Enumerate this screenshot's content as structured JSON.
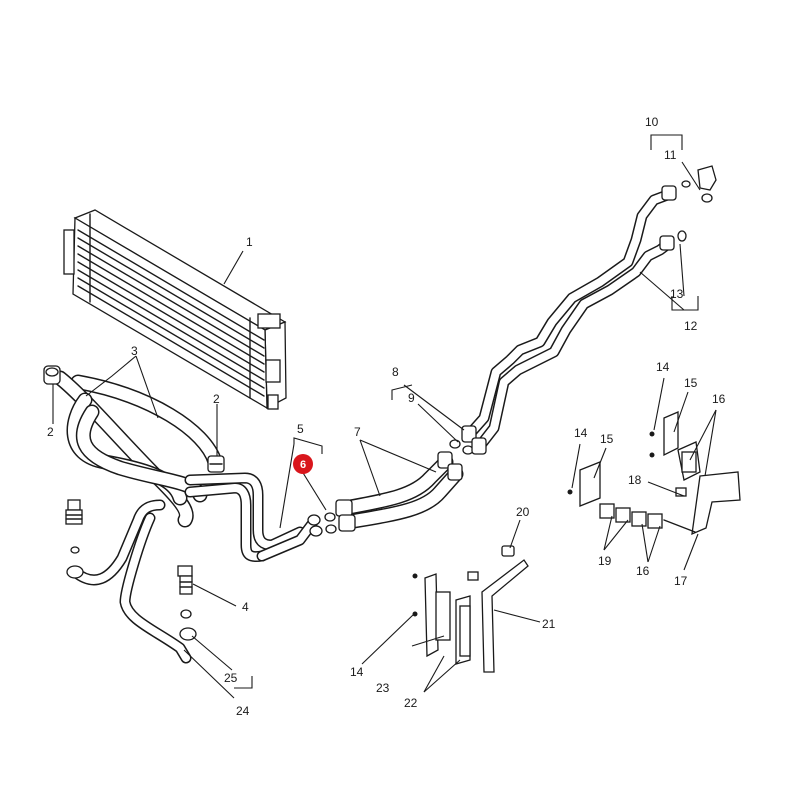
{
  "callouts": [
    {
      "id": "c1",
      "label": "1"
    },
    {
      "id": "c2a",
      "label": "2"
    },
    {
      "id": "c2b",
      "label": "2"
    },
    {
      "id": "c3",
      "label": "3"
    },
    {
      "id": "c4",
      "label": "4"
    },
    {
      "id": "c5",
      "label": "5"
    },
    {
      "id": "c6",
      "label": "6",
      "highlighted": true
    },
    {
      "id": "c7",
      "label": "7"
    },
    {
      "id": "c8",
      "label": "8"
    },
    {
      "id": "c9",
      "label": "9"
    },
    {
      "id": "c10",
      "label": "10"
    },
    {
      "id": "c11",
      "label": "11"
    },
    {
      "id": "c12",
      "label": "12"
    },
    {
      "id": "c13",
      "label": "13"
    },
    {
      "id": "c14a",
      "label": "14"
    },
    {
      "id": "c14b",
      "label": "14"
    },
    {
      "id": "c14c",
      "label": "14"
    },
    {
      "id": "c15a",
      "label": "15"
    },
    {
      "id": "c15b",
      "label": "15"
    },
    {
      "id": "c16a",
      "label": "16"
    },
    {
      "id": "c16b",
      "label": "16"
    },
    {
      "id": "c17",
      "label": "17"
    },
    {
      "id": "c18",
      "label": "18"
    },
    {
      "id": "c19",
      "label": "19"
    },
    {
      "id": "c20",
      "label": "20"
    },
    {
      "id": "c21",
      "label": "21"
    },
    {
      "id": "c22",
      "label": "22"
    },
    {
      "id": "c23",
      "label": "23"
    },
    {
      "id": "c24",
      "label": "24"
    },
    {
      "id": "c25",
      "label": "25"
    }
  ],
  "colors": {
    "line": "#1a1a1a",
    "background": "#ffffff",
    "highlight": "#d9161c"
  }
}
